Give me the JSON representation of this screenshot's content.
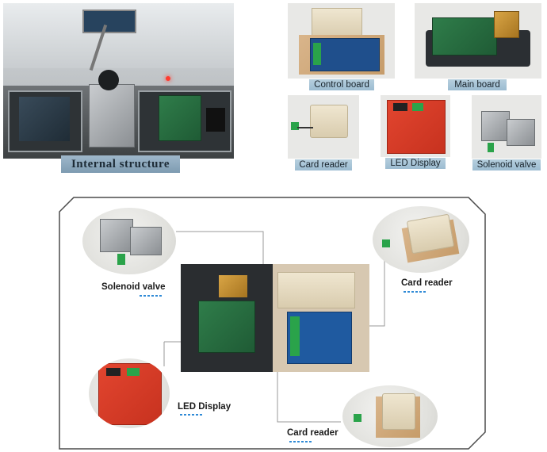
{
  "top_section": {
    "internal_caption": "Internal structure",
    "thumbnails": {
      "control_board": "Control board",
      "main_board": "Main board",
      "card_reader": "Card reader",
      "led_display": "LED Display",
      "solenoid_valve": "Solenoid valve"
    }
  },
  "diagram": {
    "labels": {
      "solenoid_valve": "Solenoid valve",
      "card_reader_right": "Card reader",
      "led_display": "LED Display",
      "card_reader_bottom": "Card reader"
    }
  },
  "colors": {
    "caption_blue": "#9cbcd1",
    "dash_blue": "#2f8ad6",
    "pcb_green": "#2f7d4a",
    "led_red": "#d63a25"
  }
}
